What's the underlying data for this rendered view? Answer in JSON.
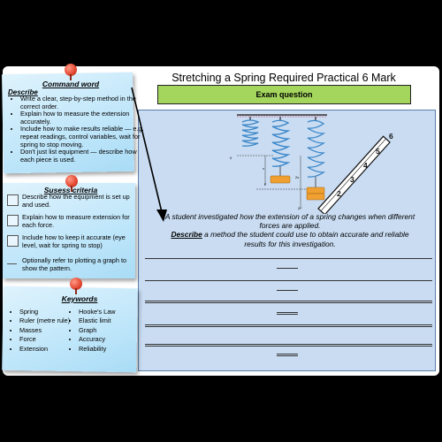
{
  "title": "Stretching a Spring Required Practical 6 Mark",
  "exam_question_label": "Exam question",
  "command_word": {
    "title": "Command word",
    "describe_label": "Describe",
    "bullets": [
      "Write a clear, step-by-step method in the correct order.",
      "Explain how to measure the extension accurately.",
      "Include how to make results reliable — e.g. repeat readings, control variables, wait for spring to stop moving.",
      "Don't just list equipment — describe how each piece is used."
    ]
  },
  "success_criteria": {
    "title": "Susess criteria",
    "items": [
      "Describe how the equipment is set up and used.",
      "Explain how to measure extension for each force.",
      "Include how to keep it accurate (eye level, wait for spring to stop)",
      "Optionally refer to plotting a graph to show the pattern."
    ]
  },
  "keywords": {
    "title": "Keywords",
    "left": [
      "Spring",
      "Ruler (metre rule)",
      "Masses",
      "Force",
      "Extension"
    ],
    "right": [
      "Hooke's Law",
      "Elastic limit",
      "Graph",
      "Accuracy",
      "Reliability"
    ]
  },
  "question": {
    "line1": "A student investigated how the extension of a spring changes when different forces are applied.",
    "describe_word": "Describe",
    "line2_rest": " a method the student could use to obtain accurate and reliable results for this investigation."
  },
  "diagram": {
    "ruler_numbers": [
      "2",
      "3",
      "4",
      "5",
      "6"
    ],
    "small_labels": [
      "0",
      "x",
      "F",
      "2x",
      "2F"
    ]
  },
  "colors": {
    "exam_box": "#a4d65e",
    "panel": "#c9dcf2",
    "note": "#bfe6fa",
    "pin": "#e2452f",
    "weight": "#f0a030",
    "spring": "#3a86c8"
  }
}
